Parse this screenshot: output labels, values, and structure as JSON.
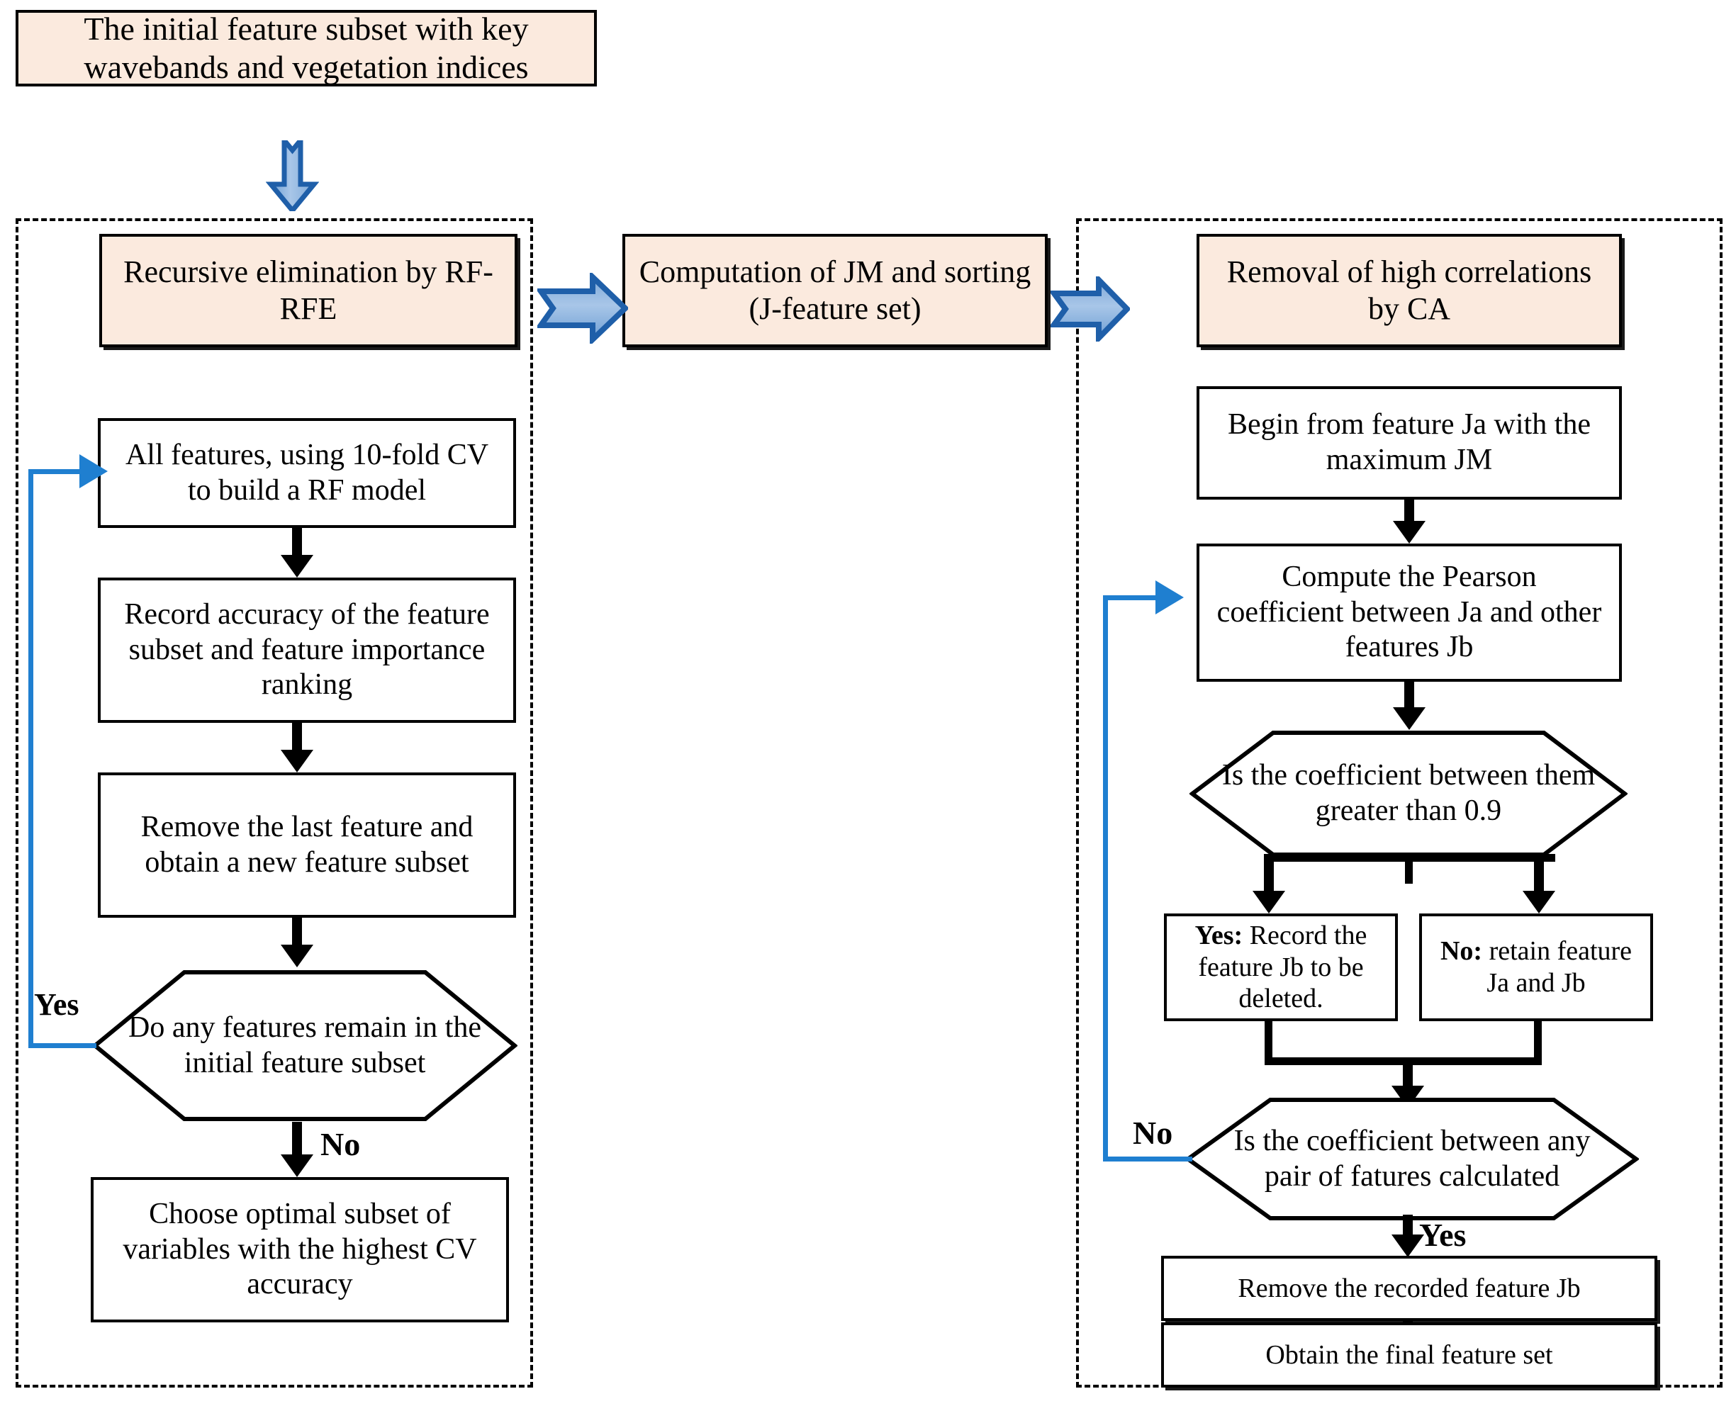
{
  "diagram": {
    "title": "Feature selection workflow (RF-RFE, JM, CA)",
    "colors": {
      "box_fill_peach": "#FBEADE",
      "box_fill_white": "#FFFFFF",
      "border_black": "#000000",
      "loop_blue": "#1F7FD0",
      "block_arrow_fill": "#8FB5DE",
      "block_arrow_stroke": "#1F5FA9"
    },
    "start_node": {
      "label": "The initial feature subset with key wavebands and vegetation indices"
    },
    "stages": [
      {
        "label": "Recursive elimination by RF-RFE"
      },
      {
        "label": "Computation of JM and sorting (J-feature set)"
      },
      {
        "label": "Removal of high correlations by CA"
      }
    ],
    "left_panel": {
      "steps": [
        {
          "label": "All features, using 10-fold CV to build a RF model"
        },
        {
          "label": "Record accuracy of the feature subset and feature importance ranking"
        },
        {
          "label": "Remove the last feature and obtain a new feature subset"
        }
      ],
      "decision": {
        "label": "Do any features remain in the initial feature subset"
      },
      "decision_yes": "Yes",
      "decision_no": "No",
      "final_step": {
        "label": "Choose optimal subset of variables with the highest CV accuracy"
      }
    },
    "right_panel": {
      "steps": [
        {
          "label": "Begin from feature Ja with the maximum JM"
        },
        {
          "label": "Compute the Pearson coefficient between Ja and other features Jb"
        }
      ],
      "decision_1": {
        "label": "Is the coefficient between them greater than 0.9"
      },
      "branch_yes": {
        "lead": "Yes:",
        "label": " Record the feature Jb to be deleted."
      },
      "branch_no": {
        "lead": "No:",
        "label": " retain feature Ja and Jb"
      },
      "decision_2": {
        "label": "Is the coefficient between any pair of fatures calculated"
      },
      "decision_2_no": "No",
      "decision_2_yes": "Yes",
      "steps_tail": [
        {
          "label": "Remove the recorded feature Jb"
        },
        {
          "label": "Obtain the final feature set"
        }
      ]
    }
  }
}
